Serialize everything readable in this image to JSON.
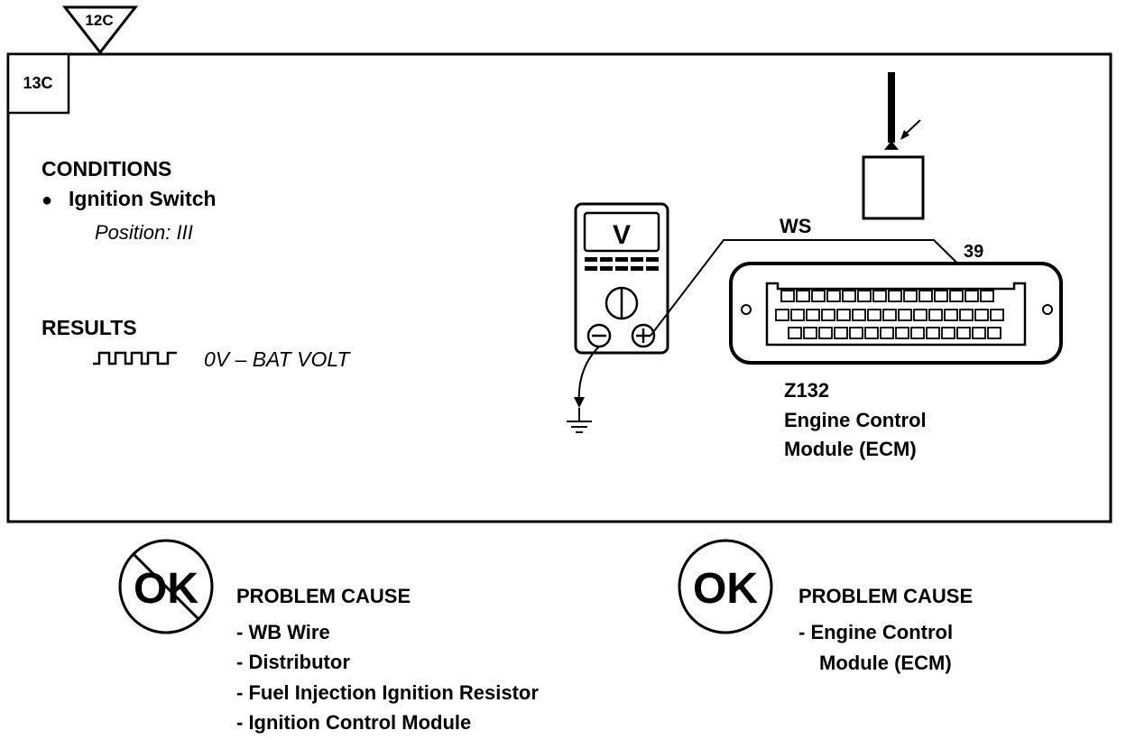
{
  "step": {
    "from_ref": "12C",
    "id": "13C"
  },
  "conditions": {
    "heading": "CONDITIONS",
    "bullet": "●",
    "item": "Ignition Switch",
    "position": "Position: III"
  },
  "results": {
    "heading": "RESULTS",
    "waveform_icon": "square-wave-icon",
    "value": "0V – BAT VOLT"
  },
  "meter": {
    "mode": "V",
    "neg_symbol": "⊖",
    "pos_symbol": "⊕"
  },
  "wiring": {
    "wire_color": "WS",
    "pin": "39"
  },
  "component": {
    "code": "Z132",
    "name_line1": "Engine Control",
    "name_line2": "Module (ECM)"
  },
  "outcomes": {
    "not_ok": {
      "badge": "OK",
      "heading": "PROBLEM CAUSE",
      "causes": [
        "- WB Wire",
        "- Distributor",
        "- Fuel Injection Ignition Resistor",
        "- Ignition Control Module"
      ]
    },
    "ok": {
      "badge": "OK",
      "heading": "PROBLEM CAUSE",
      "cause_line1": "- Engine Control",
      "cause_line2": "Module (ECM)"
    }
  }
}
